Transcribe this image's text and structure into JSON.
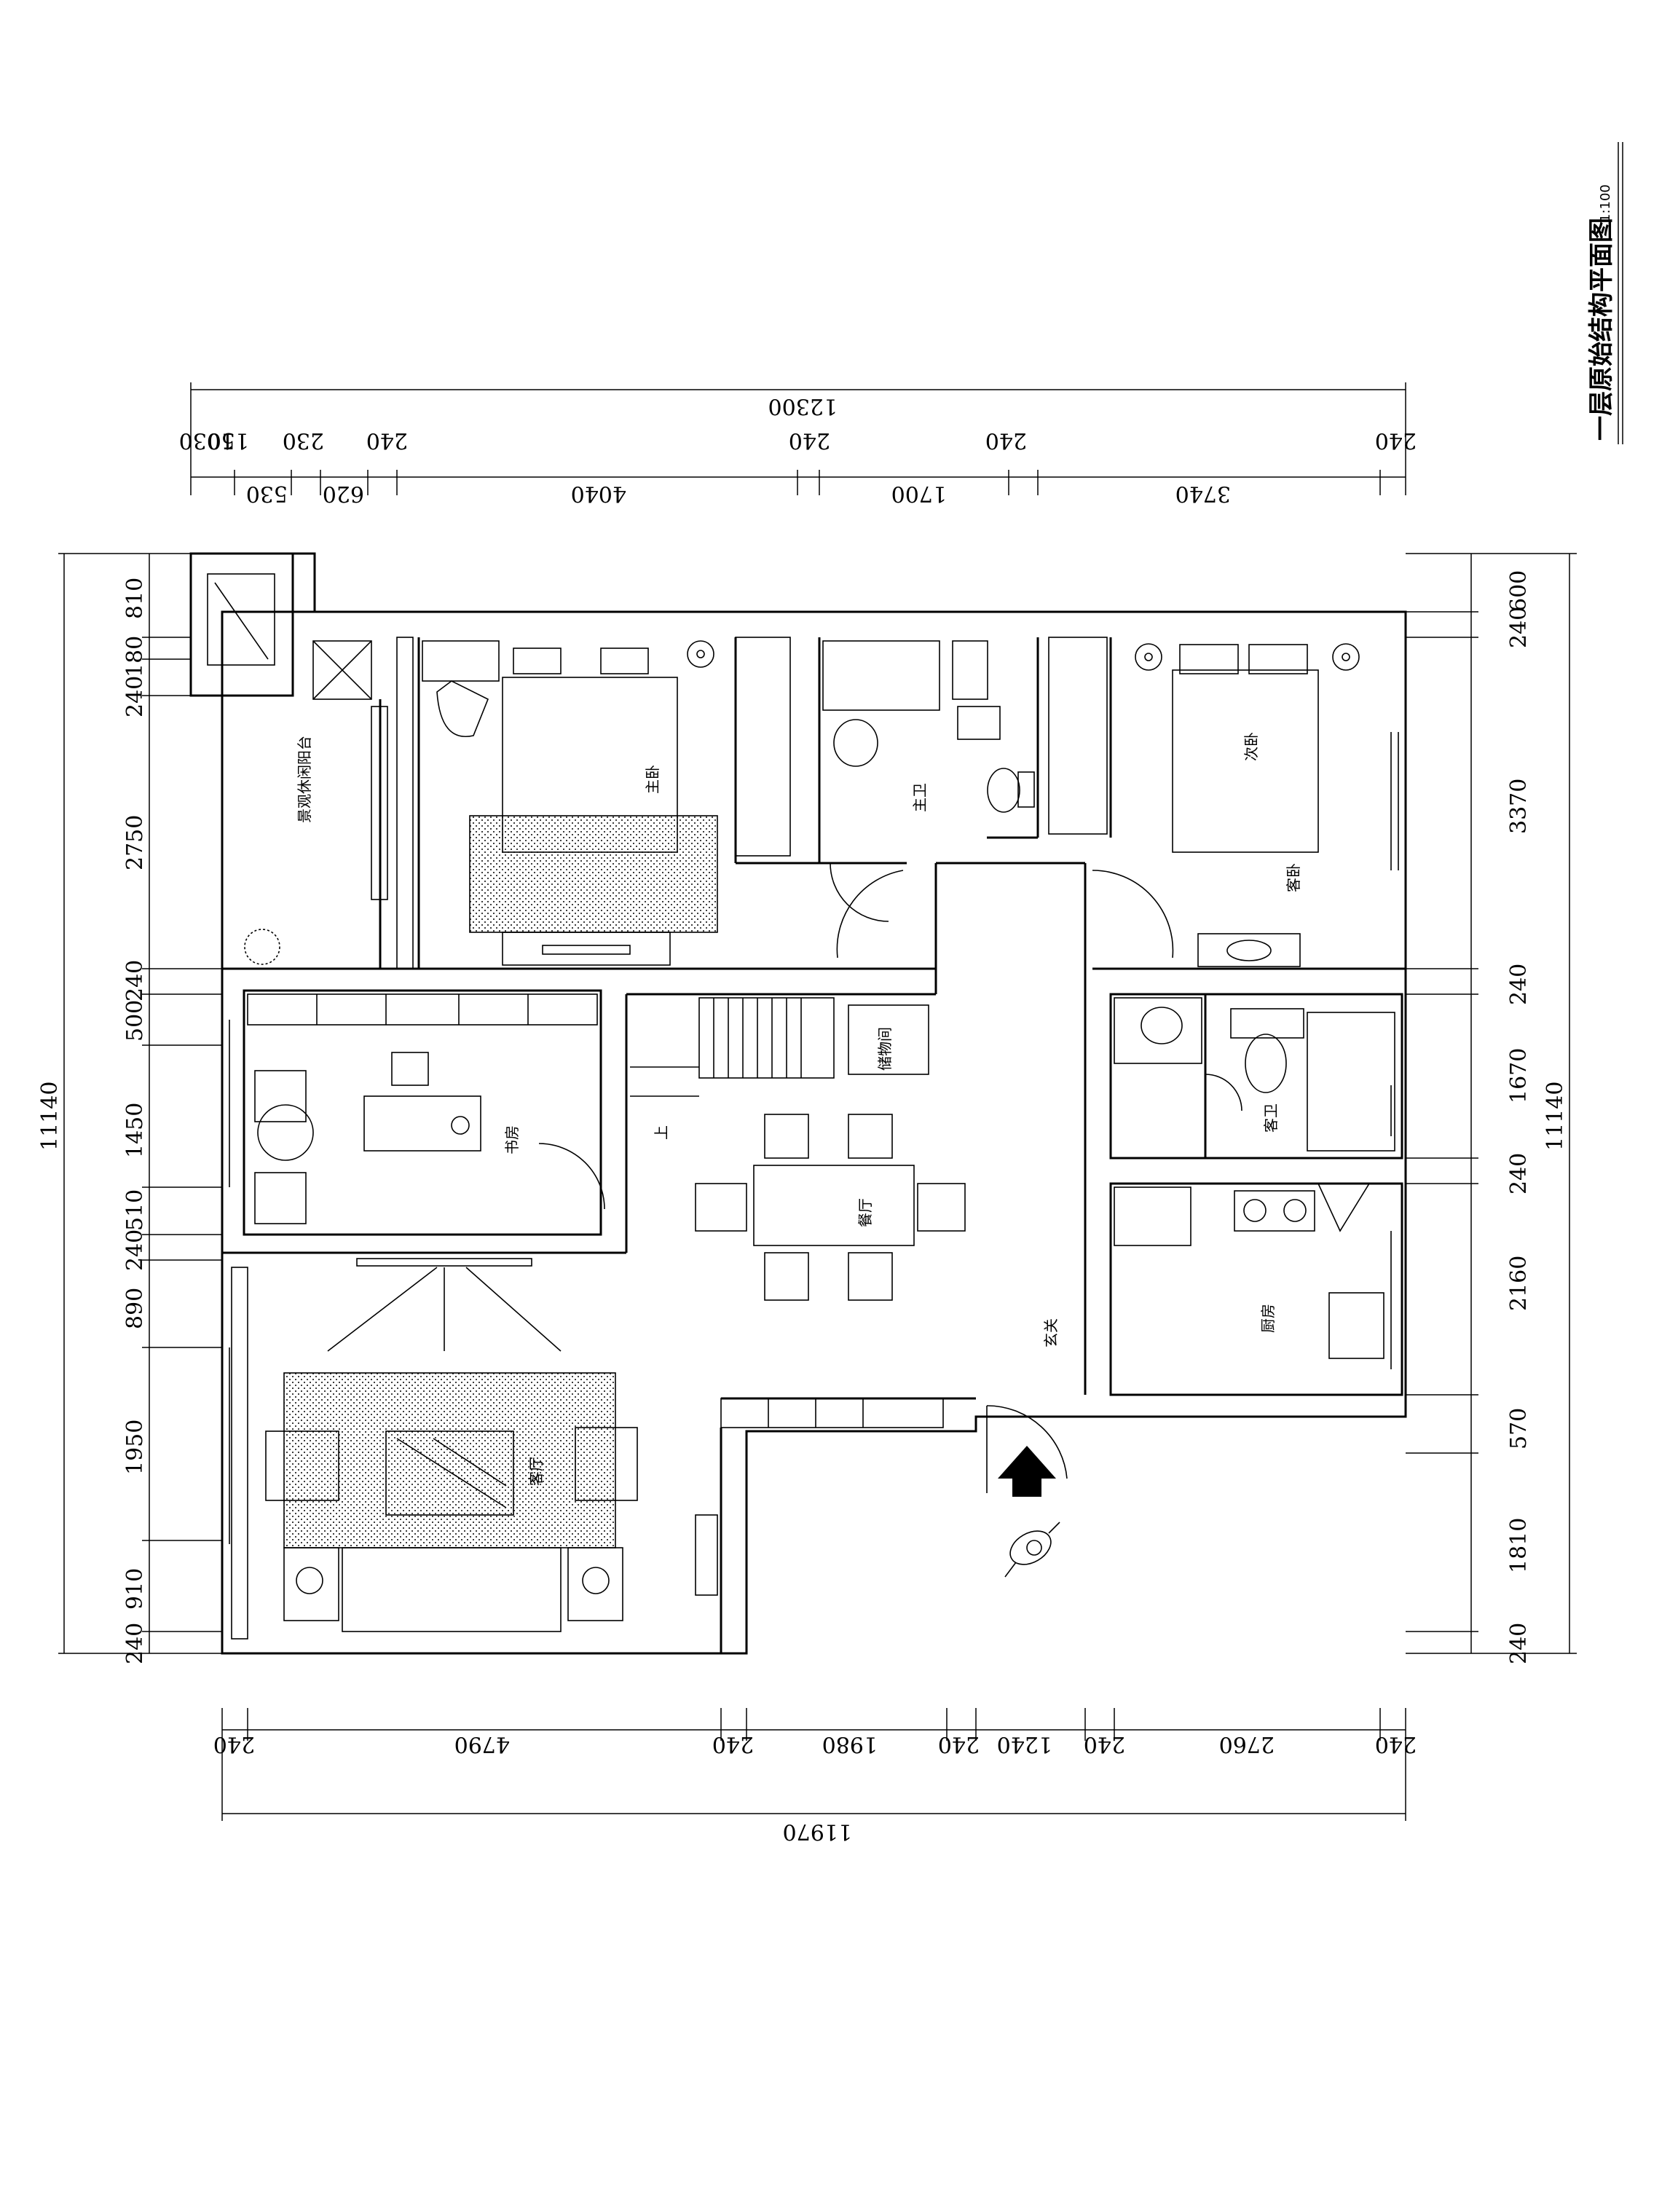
{
  "title": {
    "main": "一层原始结构平面图",
    "scale": "1:100"
  },
  "rooms": {
    "balcony": "景观休闲阳台",
    "master_bedroom": "主卧",
    "master_bath": "主卫",
    "second_bedroom": "次卧",
    "guest_bedroom": "客卧",
    "study": "书房",
    "storage": "储物间",
    "up": "上",
    "dining": "餐厅",
    "guest_bath": "客卫",
    "kitchen": "厨房",
    "foyer": "玄关",
    "living": "客厅"
  },
  "dimensions": {
    "top_total": "12300",
    "top_upper": [
      "1030",
      "150",
      "230",
      "240",
      "240",
      "240",
      "240"
    ],
    "top_lower": [
      "530",
      "620",
      "4040",
      "1700",
      "3740"
    ],
    "bottom_total": "11970",
    "bottom": [
      "240",
      "4790",
      "240",
      "1980",
      "240",
      "1240",
      "240",
      "2760",
      "240"
    ],
    "left_total": "11140",
    "left": [
      "810",
      "180",
      "240",
      "2750",
      "240",
      "500",
      "1450",
      "510",
      "240",
      "890",
      "1950",
      "910",
      "240"
    ],
    "right_total": "11140",
    "right": [
      "600",
      "240",
      "3370",
      "240",
      "1670",
      "240",
      "2160",
      "570",
      "1810",
      "240"
    ]
  },
  "colors": {
    "line": "#000000",
    "background": "#ffffff"
  },
  "icons": [
    "entrance-arrow-icon",
    "person-figure-icon",
    "plant-icon"
  ]
}
